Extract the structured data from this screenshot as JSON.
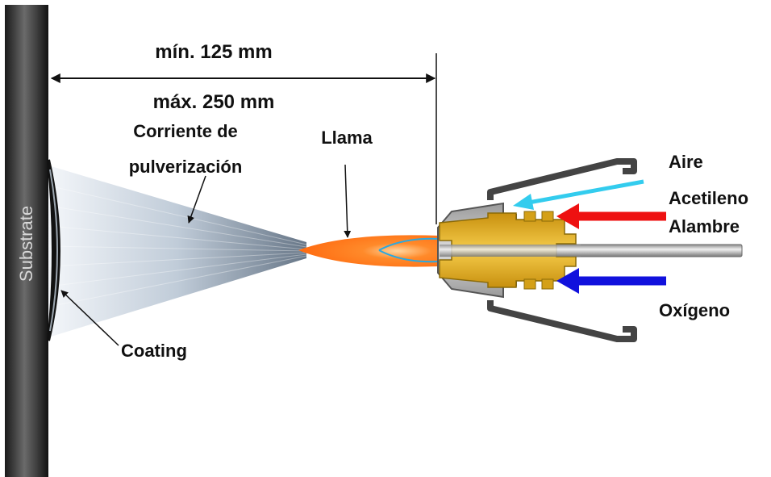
{
  "labels": {
    "substrate": "Substrate",
    "coating": "Coating",
    "min_distance": "mín. 125 mm",
    "max_distance": "máx. 250 mm",
    "spray_stream_line1": "Corriente de",
    "spray_stream_line2": "pulverización",
    "flame": "Llama",
    "air": "Aire",
    "acetylene": "Acetileno",
    "wire": "Alambre",
    "oxygen": "Oxígeno"
  },
  "colors": {
    "air_arrow": "#33ccee",
    "acetylene_arrow": "#ee1111",
    "oxygen_arrow": "#1111dd",
    "flame": "#ff7a1a",
    "nozzle_brass": "#e8b623",
    "nozzle_steel": "#c8c8c8",
    "substrate": "#2a2a2a"
  }
}
